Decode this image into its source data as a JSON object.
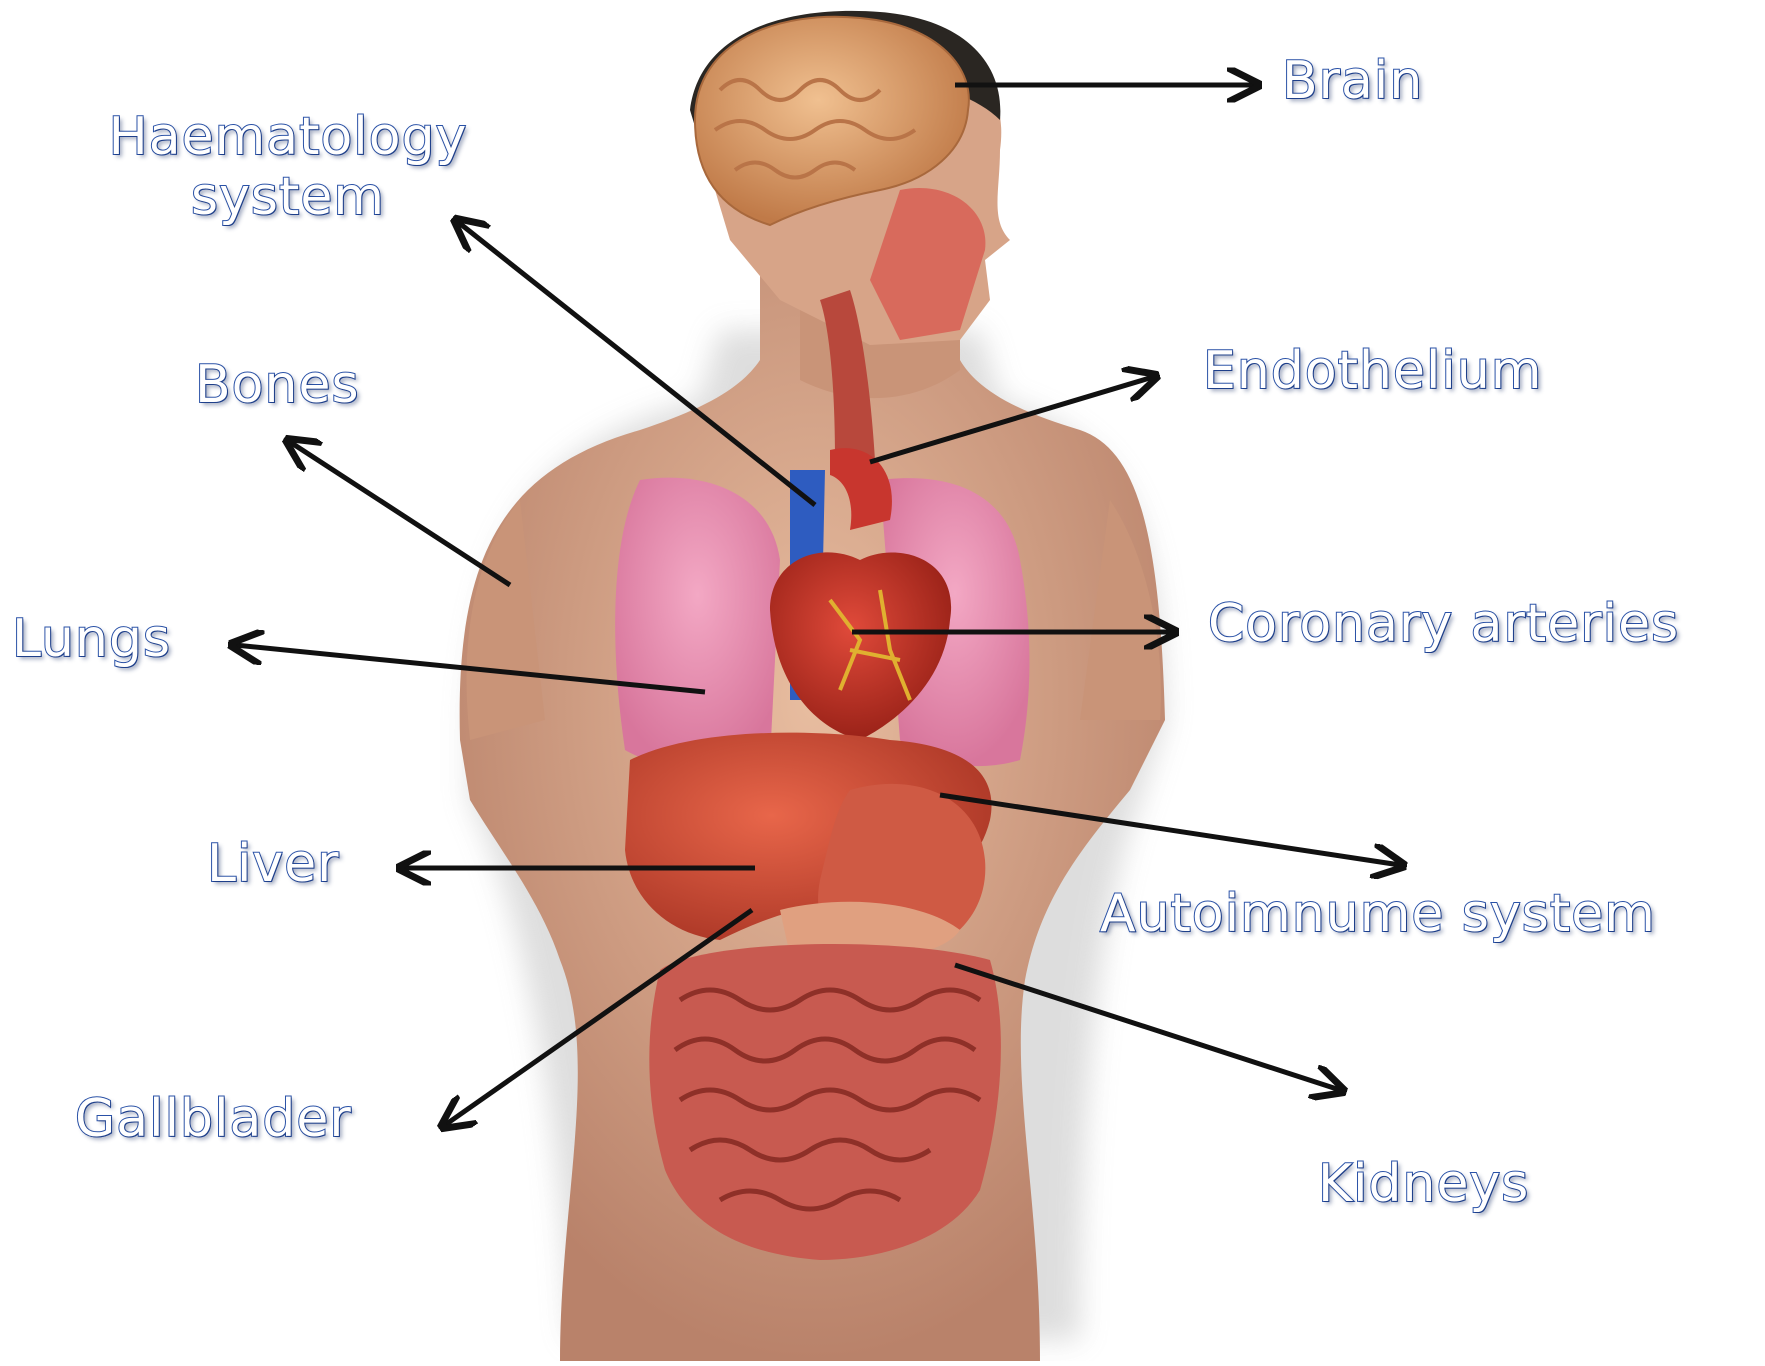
{
  "labels": {
    "brain": "Brain",
    "haematology_line1": "Haematology",
    "haematology_line2": "system",
    "bones": "Bones",
    "endothelium": "Endothelium",
    "lungs": "Lungs",
    "coronary": "Coronary arteries",
    "liver": "Liver",
    "autoimmune": "Autoimnume system",
    "gallbladder": "Gallblader",
    "kidneys": "Kidneys"
  },
  "colors": {
    "label_fill": "#ffffff",
    "label_outline": "#2a52a8",
    "arrow": "#111111",
    "skin": "#d9a68a",
    "brain": "#e0a070",
    "lungs": "#e890b0",
    "heart": "#c8362e",
    "liver": "#c84a34",
    "intestines": "#c85a50",
    "vein": "#3060c0"
  }
}
